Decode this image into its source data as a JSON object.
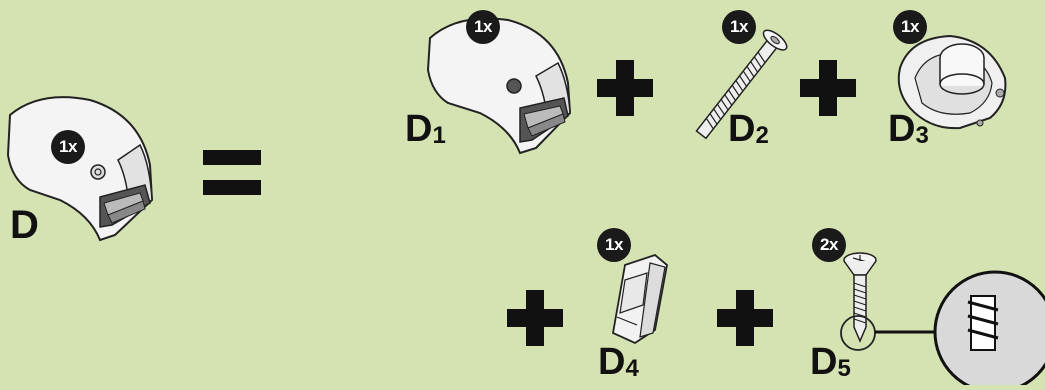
{
  "parts": {
    "d": {
      "label": "D",
      "sub": "",
      "qty": "1x"
    },
    "d1": {
      "label": "D",
      "sub": "1",
      "qty": "1x"
    },
    "d2": {
      "label": "D",
      "sub": "2",
      "qty": "1x"
    },
    "d3": {
      "label": "D",
      "sub": "3",
      "qty": "1x"
    },
    "d4": {
      "label": "D",
      "sub": "4",
      "qty": "1x"
    },
    "d5": {
      "label": "D",
      "sub": "5",
      "qty": "2x"
    }
  },
  "icons": {
    "equals": "equals-icon",
    "plus": "plus-icon",
    "end_cap": "end-cap-icon",
    "long_screw": "long-screw-icon",
    "bearing": "bearing-icon",
    "clip": "clip-icon",
    "short_screw": "short-screw-icon",
    "magnifier": "thread-detail-magnifier-icon"
  },
  "colors": {
    "background": "#d5e2b1",
    "badge": "#1a1a1a",
    "ink": "#111111",
    "detail_circle": "#d9d9d9"
  }
}
